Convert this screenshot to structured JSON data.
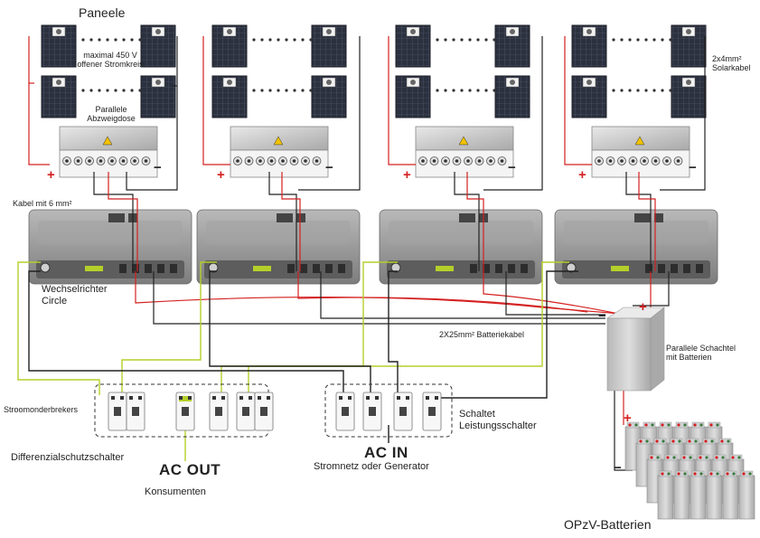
{
  "colors": {
    "positive": "#d42020",
    "negative": "#222222",
    "ac": "#b5cf2a",
    "panel": "#2a2f3c",
    "inverter": "#8e8e8e"
  },
  "labels": {
    "panels_title": "Paneele",
    "max_voltage_line1": "maximal 450 V",
    "max_voltage_line2": "offener Stromkreis",
    "junction_line1": "Parallele",
    "junction_line2": "Abzweigdose",
    "solar_cable_line1": "2x4mm²",
    "solar_cable_line2": "Solarkabel",
    "cable_6mm": "Kabel mit 6 mm²",
    "inverter_line1": "Wechselrichter",
    "inverter_line2": "Circle",
    "battery_cable": "2X25mm² Batteriekabel",
    "battery_box_line1": "Parallele Schachtel",
    "battery_box_line2": "mit Batterien",
    "breakers": "Stroomonderbrekers",
    "rcd": "Differenzialschutzschalter",
    "ac_out": "AC OUT",
    "consumers": "Konsumenten",
    "switched_line1": "Schaltet",
    "switched_line2": "Leistungsschalter",
    "ac_in": "AC IN",
    "grid": "Stromnetz oder Generator",
    "opzv": "OPzV-Batterien",
    "plus": "+",
    "minus": "−"
  },
  "icons": [
    "solar-panel-icon",
    "junction-box-icon",
    "inverter-icon",
    "circuit-breaker-icon",
    "rcd-icon",
    "battery-icon"
  ]
}
